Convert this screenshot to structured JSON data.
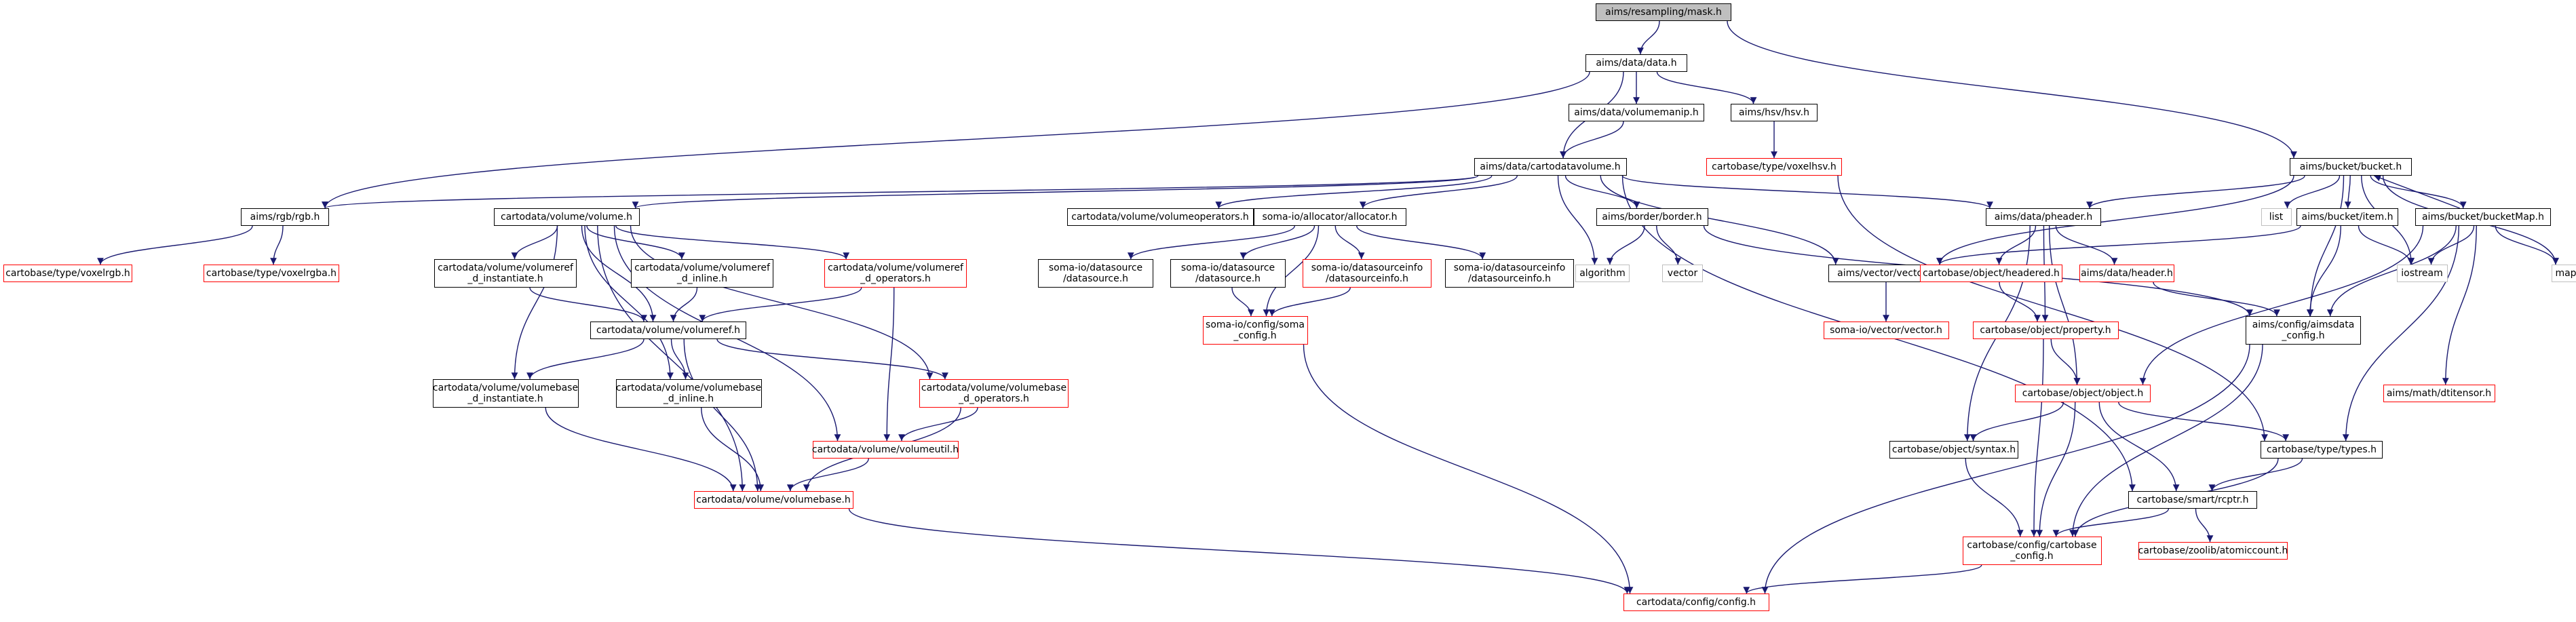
{
  "graph": {
    "colors": {
      "edge_default": "#191970",
      "edge_include": "#8b1a1a",
      "node_border": "#000000",
      "node_missing_border": "#ff0000",
      "node_external_border": "#bfbfbf",
      "root_fill": "#bfbfbf"
    },
    "nodes": [
      {
        "id": "mask",
        "lines": [
          "aims/resampling/mask.h"
        ],
        "style": "root"
      },
      {
        "id": "data",
        "lines": [
          "aims/data/data.h"
        ],
        "style": "black"
      },
      {
        "id": "bucket",
        "lines": [
          "aims/bucket/bucket.h"
        ],
        "style": "black"
      },
      {
        "id": "volumemanip",
        "lines": [
          "aims/data/volumemanip.h"
        ],
        "style": "black"
      },
      {
        "id": "hsv",
        "lines": [
          "aims/hsv/hsv.h"
        ],
        "style": "black"
      },
      {
        "id": "voxelhsv",
        "lines": [
          "cartobase/type/voxelhsv.h"
        ],
        "style": "red"
      },
      {
        "id": "cartodatavolume",
        "lines": [
          "aims/data/cartodatavolume.h"
        ],
        "style": "black"
      },
      {
        "id": "rgb",
        "lines": [
          "aims/rgb/rgb.h"
        ],
        "style": "black"
      },
      {
        "id": "voxelrgb",
        "lines": [
          "cartobase/type/voxelrgb.h"
        ],
        "style": "red"
      },
      {
        "id": "voxelrgba",
        "lines": [
          "cartobase/type/voxelrgba.h"
        ],
        "style": "red"
      },
      {
        "id": "volume",
        "lines": [
          "cartodata/volume/volume.h"
        ],
        "style": "black"
      },
      {
        "id": "volumeoperators",
        "lines": [
          "cartodata/volume/volumeoperators.h"
        ],
        "style": "black"
      },
      {
        "id": "allocator",
        "lines": [
          "soma-io/allocator/allocator.h"
        ],
        "style": "black"
      },
      {
        "id": "border",
        "lines": [
          "aims/border/border.h"
        ],
        "style": "black"
      },
      {
        "id": "pheader",
        "lines": [
          "aims/data/pheader.h"
        ],
        "style": "black"
      },
      {
        "id": "list",
        "lines": [
          "list"
        ],
        "style": "gray"
      },
      {
        "id": "item",
        "lines": [
          "aims/bucket/item.h"
        ],
        "style": "black"
      },
      {
        "id": "bucketmap",
        "lines": [
          "aims/bucket/bucketMap.h"
        ],
        "style": "black"
      },
      {
        "id": "map",
        "lines": [
          "map"
        ],
        "style": "gray"
      },
      {
        "id": "iostream",
        "lines": [
          "iostream"
        ],
        "style": "gray"
      },
      {
        "id": "volumeref_instantiate",
        "lines": [
          "cartodata/volume/volumeref",
          "_d_instantiate.h"
        ],
        "style": "black"
      },
      {
        "id": "volumeref_inline",
        "lines": [
          "cartodata/volume/volumeref",
          "_d_inline.h"
        ],
        "style": "black"
      },
      {
        "id": "volumeref_operators",
        "lines": [
          "cartodata/volume/volumeref",
          "_d_operators.h"
        ],
        "style": "red"
      },
      {
        "id": "somaio_datasource1",
        "lines": [
          "soma-io/datasource",
          "/datasource.h"
        ],
        "style": "black"
      },
      {
        "id": "somaio_datasource2",
        "lines": [
          "soma-io/datasource",
          "/datasource.h"
        ],
        "style": "black"
      },
      {
        "id": "datasourceinfo_red",
        "lines": [
          "soma-io/datasourceinfo",
          "/datasourceinfo.h"
        ],
        "style": "red"
      },
      {
        "id": "datasourceinfo_black",
        "lines": [
          "soma-io/datasourceinfo",
          "/datasourceinfo.h"
        ],
        "style": "black"
      },
      {
        "id": "algorithm",
        "lines": [
          "algorithm"
        ],
        "style": "gray"
      },
      {
        "id": "vector",
        "lines": [
          "vector"
        ],
        "style": "gray"
      },
      {
        "id": "aimsvector",
        "lines": [
          "aims/vector/vector.h"
        ],
        "style": "black"
      },
      {
        "id": "headered",
        "lines": [
          "cartobase/object/headered.h"
        ],
        "style": "red"
      },
      {
        "id": "header",
        "lines": [
          "aims/data/header.h"
        ],
        "style": "red"
      },
      {
        "id": "volumeref",
        "lines": [
          "cartodata/volume/volumeref.h"
        ],
        "style": "black"
      },
      {
        "id": "somaconfig",
        "lines": [
          "soma-io/config/soma",
          "_config.h"
        ],
        "style": "red"
      },
      {
        "id": "somavector",
        "lines": [
          "soma-io/vector/vector.h"
        ],
        "style": "red"
      },
      {
        "id": "property",
        "lines": [
          "cartobase/object/property.h"
        ],
        "style": "red"
      },
      {
        "id": "aimsdataconfig",
        "lines": [
          "aims/config/aimsdata",
          "_config.h"
        ],
        "style": "black"
      },
      {
        "id": "volumebase_instantiate",
        "lines": [
          "cartodata/volume/volumebase",
          "_d_instantiate.h"
        ],
        "style": "black"
      },
      {
        "id": "volumebase_inline",
        "lines": [
          "cartodata/volume/volumebase",
          "_d_inline.h"
        ],
        "style": "black"
      },
      {
        "id": "volumebase_operators",
        "lines": [
          "cartodata/volume/volumebase",
          "_d_operators.h"
        ],
        "style": "red"
      },
      {
        "id": "object",
        "lines": [
          "cartobase/object/object.h"
        ],
        "style": "red"
      },
      {
        "id": "dtitensor",
        "lines": [
          "aims/math/dtitensor.h"
        ],
        "style": "red"
      },
      {
        "id": "volumeutil",
        "lines": [
          "cartodata/volume/volumeutil.h"
        ],
        "style": "red"
      },
      {
        "id": "syntax",
        "lines": [
          "cartobase/object/syntax.h"
        ],
        "style": "black"
      },
      {
        "id": "types",
        "lines": [
          "cartobase/type/types.h"
        ],
        "style": "black"
      },
      {
        "id": "volumebase",
        "lines": [
          "cartodata/volume/volumebase.h"
        ],
        "style": "red"
      },
      {
        "id": "rcptr",
        "lines": [
          "cartobase/smart/rcptr.h"
        ],
        "style": "black"
      },
      {
        "id": "cartobaseconfig",
        "lines": [
          "cartobase/config/cartobase",
          "_config.h"
        ],
        "style": "red"
      },
      {
        "id": "atomiccount",
        "lines": [
          "cartobase/zoolib/atomiccount.h"
        ],
        "style": "red"
      },
      {
        "id": "cartodataconfig",
        "lines": [
          "cartodata/config/config.h"
        ],
        "style": "red"
      }
    ],
    "edges": [
      [
        "mask",
        "data"
      ],
      [
        "mask",
        "bucket"
      ],
      [
        "data",
        "cartodatavolume"
      ],
      [
        "data",
        "volumemanip"
      ],
      [
        "data",
        "hsv"
      ],
      [
        "data",
        "rgb"
      ],
      [
        "volumemanip",
        "cartodatavolume"
      ],
      [
        "hsv",
        "voxelhsv"
      ],
      [
        "voxelhsv",
        "types"
      ],
      [
        "cartodatavolume",
        "rgb"
      ],
      [
        "cartodatavolume",
        "volume"
      ],
      [
        "cartodatavolume",
        "volumeoperators"
      ],
      [
        "cartodatavolume",
        "allocator"
      ],
      [
        "cartodatavolume",
        "border"
      ],
      [
        "cartodatavolume",
        "pheader"
      ],
      [
        "cartodatavolume",
        "algorithm"
      ],
      [
        "cartodatavolume",
        "aimsvector"
      ],
      [
        "cartodatavolume",
        "rcptr"
      ],
      [
        "rgb",
        "voxelrgb"
      ],
      [
        "rgb",
        "voxelrgba"
      ],
      [
        "volume",
        "volumeref_instantiate"
      ],
      [
        "volume",
        "volumeref_inline"
      ],
      [
        "volume",
        "volumeref_operators"
      ],
      [
        "volume",
        "volumeref"
      ],
      [
        "volume",
        "volumebase_instantiate"
      ],
      [
        "volume",
        "volumebase_inline"
      ],
      [
        "volume",
        "volumebase_operators"
      ],
      [
        "volume",
        "volumeutil"
      ],
      [
        "volume",
        "volumebase"
      ],
      [
        "volumeref_instantiate",
        "volumeref"
      ],
      [
        "volumeref_inline",
        "volumeref"
      ],
      [
        "volumeref_operators",
        "volumeref"
      ],
      [
        "volumeref_operators",
        "volumeutil"
      ],
      [
        "volumeref",
        "volumebase_instantiate"
      ],
      [
        "volumeref",
        "volumebase_inline"
      ],
      [
        "volumeref",
        "volumebase_operators"
      ],
      [
        "volumeref",
        "volumebase"
      ],
      [
        "volumebase_instantiate",
        "volumebase"
      ],
      [
        "volumebase_inline",
        "volumebase"
      ],
      [
        "volumebase_operators",
        "volumeutil"
      ],
      [
        "volumebase_operators",
        "volumebase"
      ],
      [
        "volumeutil",
        "volumebase"
      ],
      [
        "volumebase",
        "cartodataconfig"
      ],
      [
        "allocator",
        "somaio_datasource1"
      ],
      [
        "allocator",
        "somaio_datasource2"
      ],
      [
        "allocator",
        "datasourceinfo_red"
      ],
      [
        "allocator",
        "datasourceinfo_black"
      ],
      [
        "allocator",
        "somaconfig"
      ],
      [
        "somaio_datasource2",
        "somaconfig"
      ],
      [
        "datasourceinfo_red",
        "somaconfig"
      ],
      [
        "somaconfig",
        "cartodataconfig"
      ],
      [
        "border",
        "algorithm"
      ],
      [
        "border",
        "vector"
      ],
      [
        "border",
        "aimsdataconfig"
      ],
      [
        "aimsvector",
        "somavector"
      ],
      [
        "pheader",
        "headered"
      ],
      [
        "pheader",
        "header"
      ],
      [
        "pheader",
        "property"
      ],
      [
        "pheader",
        "object"
      ],
      [
        "pheader",
        "syntax"
      ],
      [
        "headered",
        "property"
      ],
      [
        "header",
        "aimsdataconfig"
      ],
      [
        "property",
        "object"
      ],
      [
        "property",
        "cartobaseconfig"
      ],
      [
        "object",
        "syntax"
      ],
      [
        "object",
        "types"
      ],
      [
        "object",
        "rcptr"
      ],
      [
        "object",
        "cartobaseconfig"
      ],
      [
        "syntax",
        "cartobaseconfig"
      ],
      [
        "types",
        "rcptr"
      ],
      [
        "types",
        "cartobaseconfig"
      ],
      [
        "rcptr",
        "cartobaseconfig"
      ],
      [
        "rcptr",
        "atomiccount"
      ],
      [
        "cartobaseconfig",
        "cartodataconfig"
      ],
      [
        "aimsdataconfig",
        "cartobaseconfig"
      ],
      [
        "aimsdataconfig",
        "cartodataconfig"
      ],
      [
        "bucket",
        "list"
      ],
      [
        "bucket",
        "item"
      ],
      [
        "bucket",
        "bucketmap"
      ],
      [
        "bucket",
        "map"
      ],
      [
        "bucket",
        "iostream"
      ],
      [
        "bucket",
        "pheader"
      ],
      [
        "bucket",
        "aimsvector"
      ],
      [
        "bucket",
        "aimsdataconfig"
      ],
      [
        "item",
        "aimsvector"
      ],
      [
        "item",
        "iostream"
      ],
      [
        "item",
        "aimsdataconfig"
      ],
      [
        "bucketmap",
        "bucket"
      ],
      [
        "bucketmap",
        "map"
      ],
      [
        "bucketmap",
        "iostream"
      ],
      [
        "bucketmap",
        "aimsdataconfig"
      ],
      [
        "bucketmap",
        "dtitensor"
      ],
      [
        "bucketmap",
        "types"
      ],
      [
        "bucketmap",
        "object"
      ]
    ]
  }
}
